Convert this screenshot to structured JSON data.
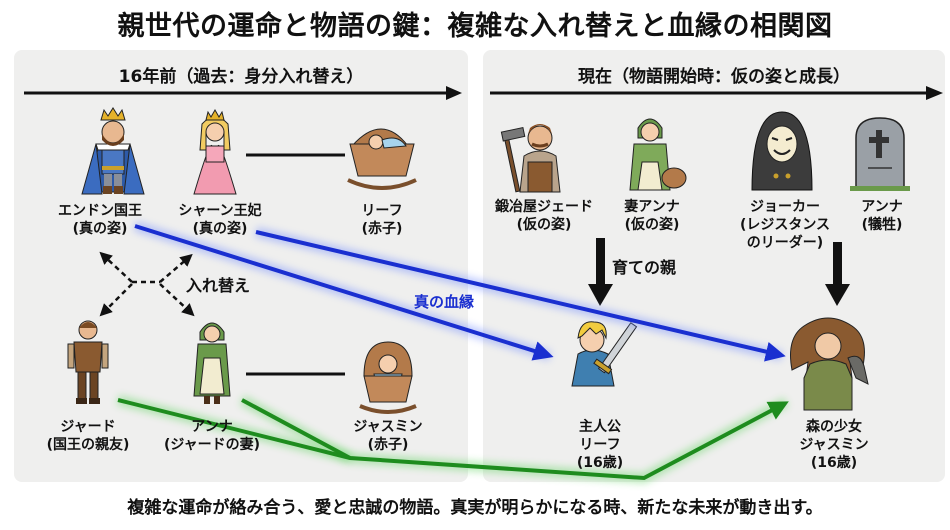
{
  "title": "親世代の運命と物語の鍵：複雑な入れ替えと血縁の相関図",
  "panels": {
    "past": {
      "header": "16年前（過去：身分入れ替え）",
      "characters": [
        {
          "id": "king",
          "line1": "エンドン国王",
          "line2": "(真の姿)",
          "icon": "king-icon"
        },
        {
          "id": "queen",
          "line1": "シャーン王妃",
          "line2": "(真の姿)",
          "icon": "queen-icon"
        },
        {
          "id": "baby_leaf",
          "line1": "リーフ",
          "line2": "(赤子)",
          "icon": "cradle-baby-icon"
        },
        {
          "id": "jarred",
          "line1": "ジャード",
          "line2": "(国王の親友)",
          "icon": "peasant-man-icon"
        },
        {
          "id": "anna",
          "line1": "アンナ",
          "line2": "(ジャードの妻)",
          "icon": "peasant-woman-icon"
        },
        {
          "id": "baby_jasmine",
          "line1": "ジャスミン",
          "line2": "(赤子)",
          "icon": "cradle-baby-icon"
        }
      ],
      "swap_label": "入れ替え"
    },
    "present": {
      "header": "現在（物語開始時：仮の姿と成長）",
      "characters": [
        {
          "id": "smith",
          "line1": "鍛冶屋ジェード",
          "line2": "(仮の姿)",
          "icon": "blacksmith-icon"
        },
        {
          "id": "wife",
          "line1": "妻アンナ",
          "line2": "(仮の姿)",
          "icon": "villager-woman-basket-icon"
        },
        {
          "id": "joker",
          "line1": "ジョーカー",
          "line2": "(レジスタンス",
          "line3": "のリーダー)",
          "icon": "masked-hooded-man-icon"
        },
        {
          "id": "anna_dead",
          "line1": "アンナ",
          "line2": "(犠牲)",
          "icon": "gravestone-icon"
        },
        {
          "id": "hero",
          "line1": "主人公",
          "line2": "リーフ",
          "line3": "(16歳)",
          "icon": "hero-sword-icon"
        },
        {
          "id": "forest_girl",
          "line1": "森の少女",
          "line2": "ジャスミン",
          "line3": "(16歳)",
          "icon": "forest-girl-bird-icon"
        }
      ],
      "raise_label": "育ての親"
    }
  },
  "relations": {
    "blood_label": "真の血縁",
    "blood_color": "#1a2fd0",
    "adopt_color": "#1e8c1e"
  },
  "caption": "複雑な運命が絡み合う、愛と忠誠の物語。真実が明らかになる時、新たな未来が動き出す。"
}
